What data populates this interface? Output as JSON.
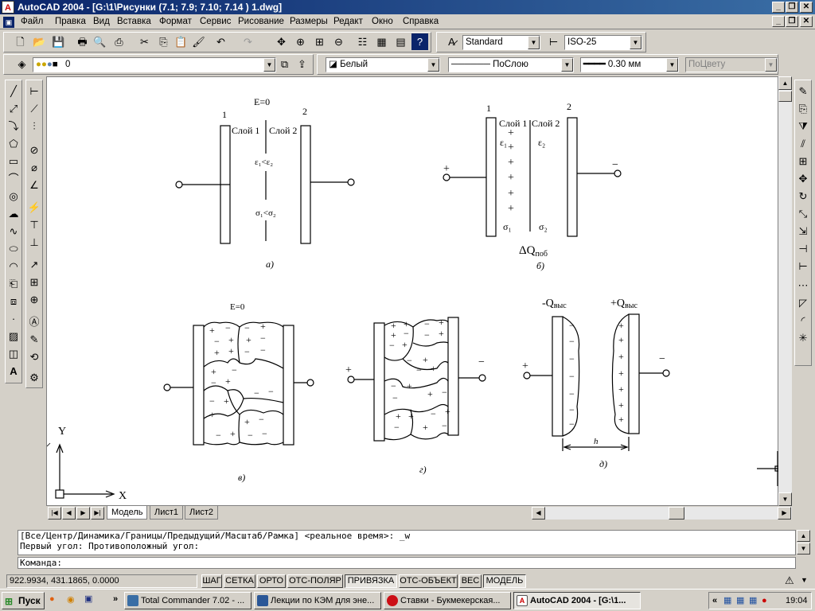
{
  "window": {
    "title": "AutoCAD 2004 - [G:\\1\\Рисунки (7.1; 7.9; 7.10; 7.14 ) 1.dwg]",
    "app_icon": "A"
  },
  "menu": [
    "Файл",
    "Правка",
    "Вид",
    "Вставка",
    "Формат",
    "Сервис",
    "Рисование",
    "Размеры",
    "Редакт",
    "Окно",
    "Справка"
  ],
  "toolbar": {
    "text_style": "Standard",
    "dim_style": "ISO-25"
  },
  "properties": {
    "layer": "0",
    "color": "Белый",
    "linetype": "ПоСлою",
    "lineweight": "0.30 мм",
    "plotstyle": "ПоЦвету"
  },
  "drawing": {
    "a": {
      "e_label": "E=0",
      "plate1": "1",
      "plate2": "2",
      "layer1": "Слой 1",
      "layer2": "Слой 2",
      "eps_rel": "ε₁<ε₂",
      "sigma_rel": "σ₁<σ₂",
      "caption": "а)"
    },
    "b": {
      "plate1": "1",
      "plate2": "2",
      "layer1": "Слой 1",
      "layer2": "Слой 2",
      "eps1": "ε₁",
      "eps2": "ε₂",
      "plus": "+",
      "minus": "−",
      "sigma1": "σ₁",
      "sigma2": "σ₂",
      "delta_q": "ΔQ",
      "delta_q_sub": "поб",
      "caption": "б)"
    },
    "v": {
      "e_label": "E=0",
      "caption": "в)"
    },
    "g": {
      "plus": "+",
      "minus": "−",
      "caption": "г)"
    },
    "d": {
      "neg_label": "-Q",
      "pos_label": "+Q",
      "sub": "выс",
      "plus": "+",
      "minus": "−",
      "h_label": "h",
      "caption": "д)"
    },
    "ucs": {
      "x": "X",
      "y": "Y"
    }
  },
  "layout_tabs": [
    "Модель",
    "Лист1",
    "Лист2"
  ],
  "command": {
    "line1": "[Все/Центр/Динамика/Границы/Предыдущий/Масштаб/Рамка] <реальное время>: _w",
    "line2": "Первый угол: Противоположный угол:",
    "prompt": "Команда:"
  },
  "status": {
    "coords": "922.9934, 431.1865, 0.0000",
    "buttons": [
      "ШАГ",
      "СЕТКА",
      "ОРТО",
      "ОТС-ПОЛЯР",
      "ПРИВЯЗКА",
      "ОТС-ОБЪЕКТ",
      "ВЕС",
      "МОДЕЛЬ"
    ],
    "active": [
      "ПРИВЯЗКА",
      "МОДЕЛЬ"
    ]
  },
  "taskbar": {
    "start": "Пуск",
    "tasks": [
      "Total Commander 7.02 - ...",
      "Лекции по КЭМ для эне...",
      "Ставки - Букмекерская...",
      "AutoCAD 2004 - [G:\\1..."
    ],
    "clock": "19:04",
    "chevron": "«"
  }
}
